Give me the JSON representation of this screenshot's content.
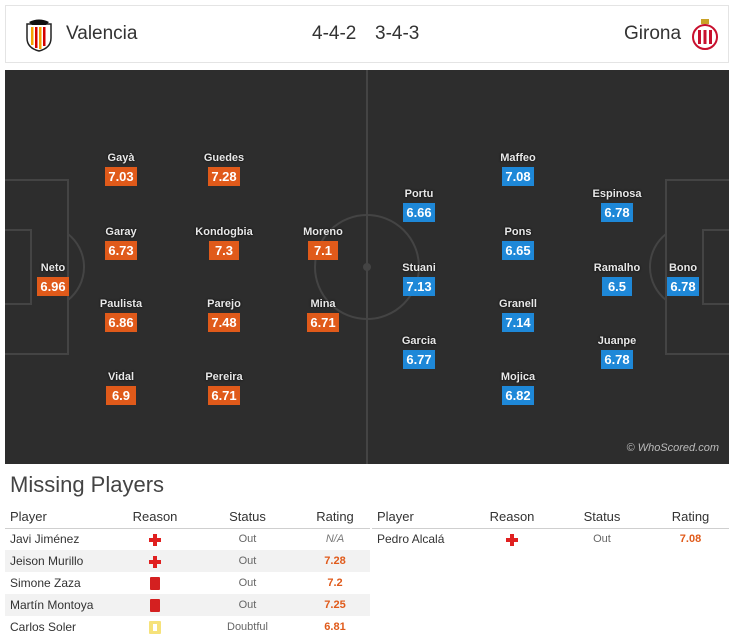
{
  "header": {
    "home_team": "Valencia",
    "home_formation": "4-4-2",
    "away_formation": "3-4-3",
    "away_team": "Girona",
    "home_crest_icon": "valencia-bat-crest-icon",
    "away_crest_icon": "girona-crest-icon"
  },
  "colors": {
    "home_rating_bg": "#e05a1a",
    "away_rating_bg": "#1e88d8",
    "pitch_bg": "#2d2d2d"
  },
  "home_players": [
    {
      "name": "Gayà",
      "rating": "7.03"
    },
    {
      "name": "Guedes",
      "rating": "7.28"
    },
    {
      "name": "Garay",
      "rating": "6.73"
    },
    {
      "name": "Kondogbia",
      "rating": "7.3"
    },
    {
      "name": "Moreno",
      "rating": "7.1"
    },
    {
      "name": "Neto",
      "rating": "6.96"
    },
    {
      "name": "Paulista",
      "rating": "6.86"
    },
    {
      "name": "Parejo",
      "rating": "7.48"
    },
    {
      "name": "Mina",
      "rating": "6.71"
    },
    {
      "name": "Vidal",
      "rating": "6.9"
    },
    {
      "name": "Pereira",
      "rating": "6.71"
    }
  ],
  "away_players": [
    {
      "name": "Maffeo",
      "rating": "7.08"
    },
    {
      "name": "Portu",
      "rating": "6.66"
    },
    {
      "name": "Espinosa",
      "rating": "6.78"
    },
    {
      "name": "Pons",
      "rating": "6.65"
    },
    {
      "name": "Stuani",
      "rating": "7.13"
    },
    {
      "name": "Ramalho",
      "rating": "6.5"
    },
    {
      "name": "Bono",
      "rating": "6.78"
    },
    {
      "name": "Granell",
      "rating": "7.14"
    },
    {
      "name": "Garcia",
      "rating": "6.77"
    },
    {
      "name": "Juanpe",
      "rating": "6.78"
    },
    {
      "name": "Mojica",
      "rating": "6.82"
    }
  ],
  "watermark": "© WhoScored.com",
  "missing": {
    "title": "Missing Players",
    "columns": [
      "Player",
      "Reason",
      "Status",
      "Rating"
    ],
    "home": [
      {
        "player": "Javi Jiménez",
        "reason_icon": "injury-cross-icon",
        "status": "Out",
        "rating": "N/A"
      },
      {
        "player": "Jeison Murillo",
        "reason_icon": "injury-cross-icon",
        "status": "Out",
        "rating": "7.28"
      },
      {
        "player": "Simone Zaza",
        "reason_icon": "red-card-icon",
        "status": "Out",
        "rating": "7.2"
      },
      {
        "player": "Martín Montoya",
        "reason_icon": "red-card-icon",
        "status": "Out",
        "rating": "7.25"
      },
      {
        "player": "Carlos Soler",
        "reason_icon": "doubtful-icon",
        "status": "Doubtful",
        "rating": "6.81"
      }
    ],
    "away": [
      {
        "player": "Pedro Alcalá",
        "reason_icon": "injury-cross-icon",
        "status": "Out",
        "rating": "7.08"
      }
    ]
  }
}
